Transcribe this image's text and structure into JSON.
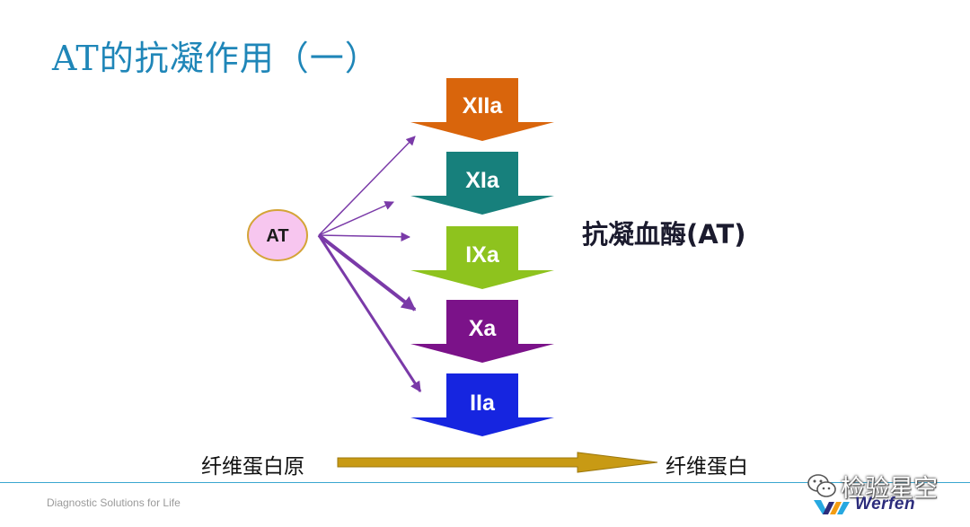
{
  "title": "AT的抗凝作用（一）",
  "source_node": {
    "label": "AT"
  },
  "factors": [
    {
      "label": "XIIa",
      "color": "#d9650c"
    },
    {
      "label": "XIa",
      "color": "#17807c"
    },
    {
      "label": "IXa",
      "color": "#8ec31e"
    },
    {
      "label": "Xa",
      "color": "#7b1289"
    },
    {
      "label": "IIa",
      "color": "#1625e0"
    }
  ],
  "side_label": "抗凝血酶(AT)",
  "conversion": {
    "from": "纤维蛋白原",
    "to": "纤维蛋白",
    "arrow_color": "#c89a14"
  },
  "inhibition_arrow_color": "#7a3aa8",
  "node_fill": "#f7c6ef",
  "node_stroke": "#d4a437",
  "footer": {
    "tagline": "Diagnostic Solutions for Life",
    "watermark": "检验星空",
    "brand": "Werfen"
  },
  "title_color": "#1f86b8"
}
